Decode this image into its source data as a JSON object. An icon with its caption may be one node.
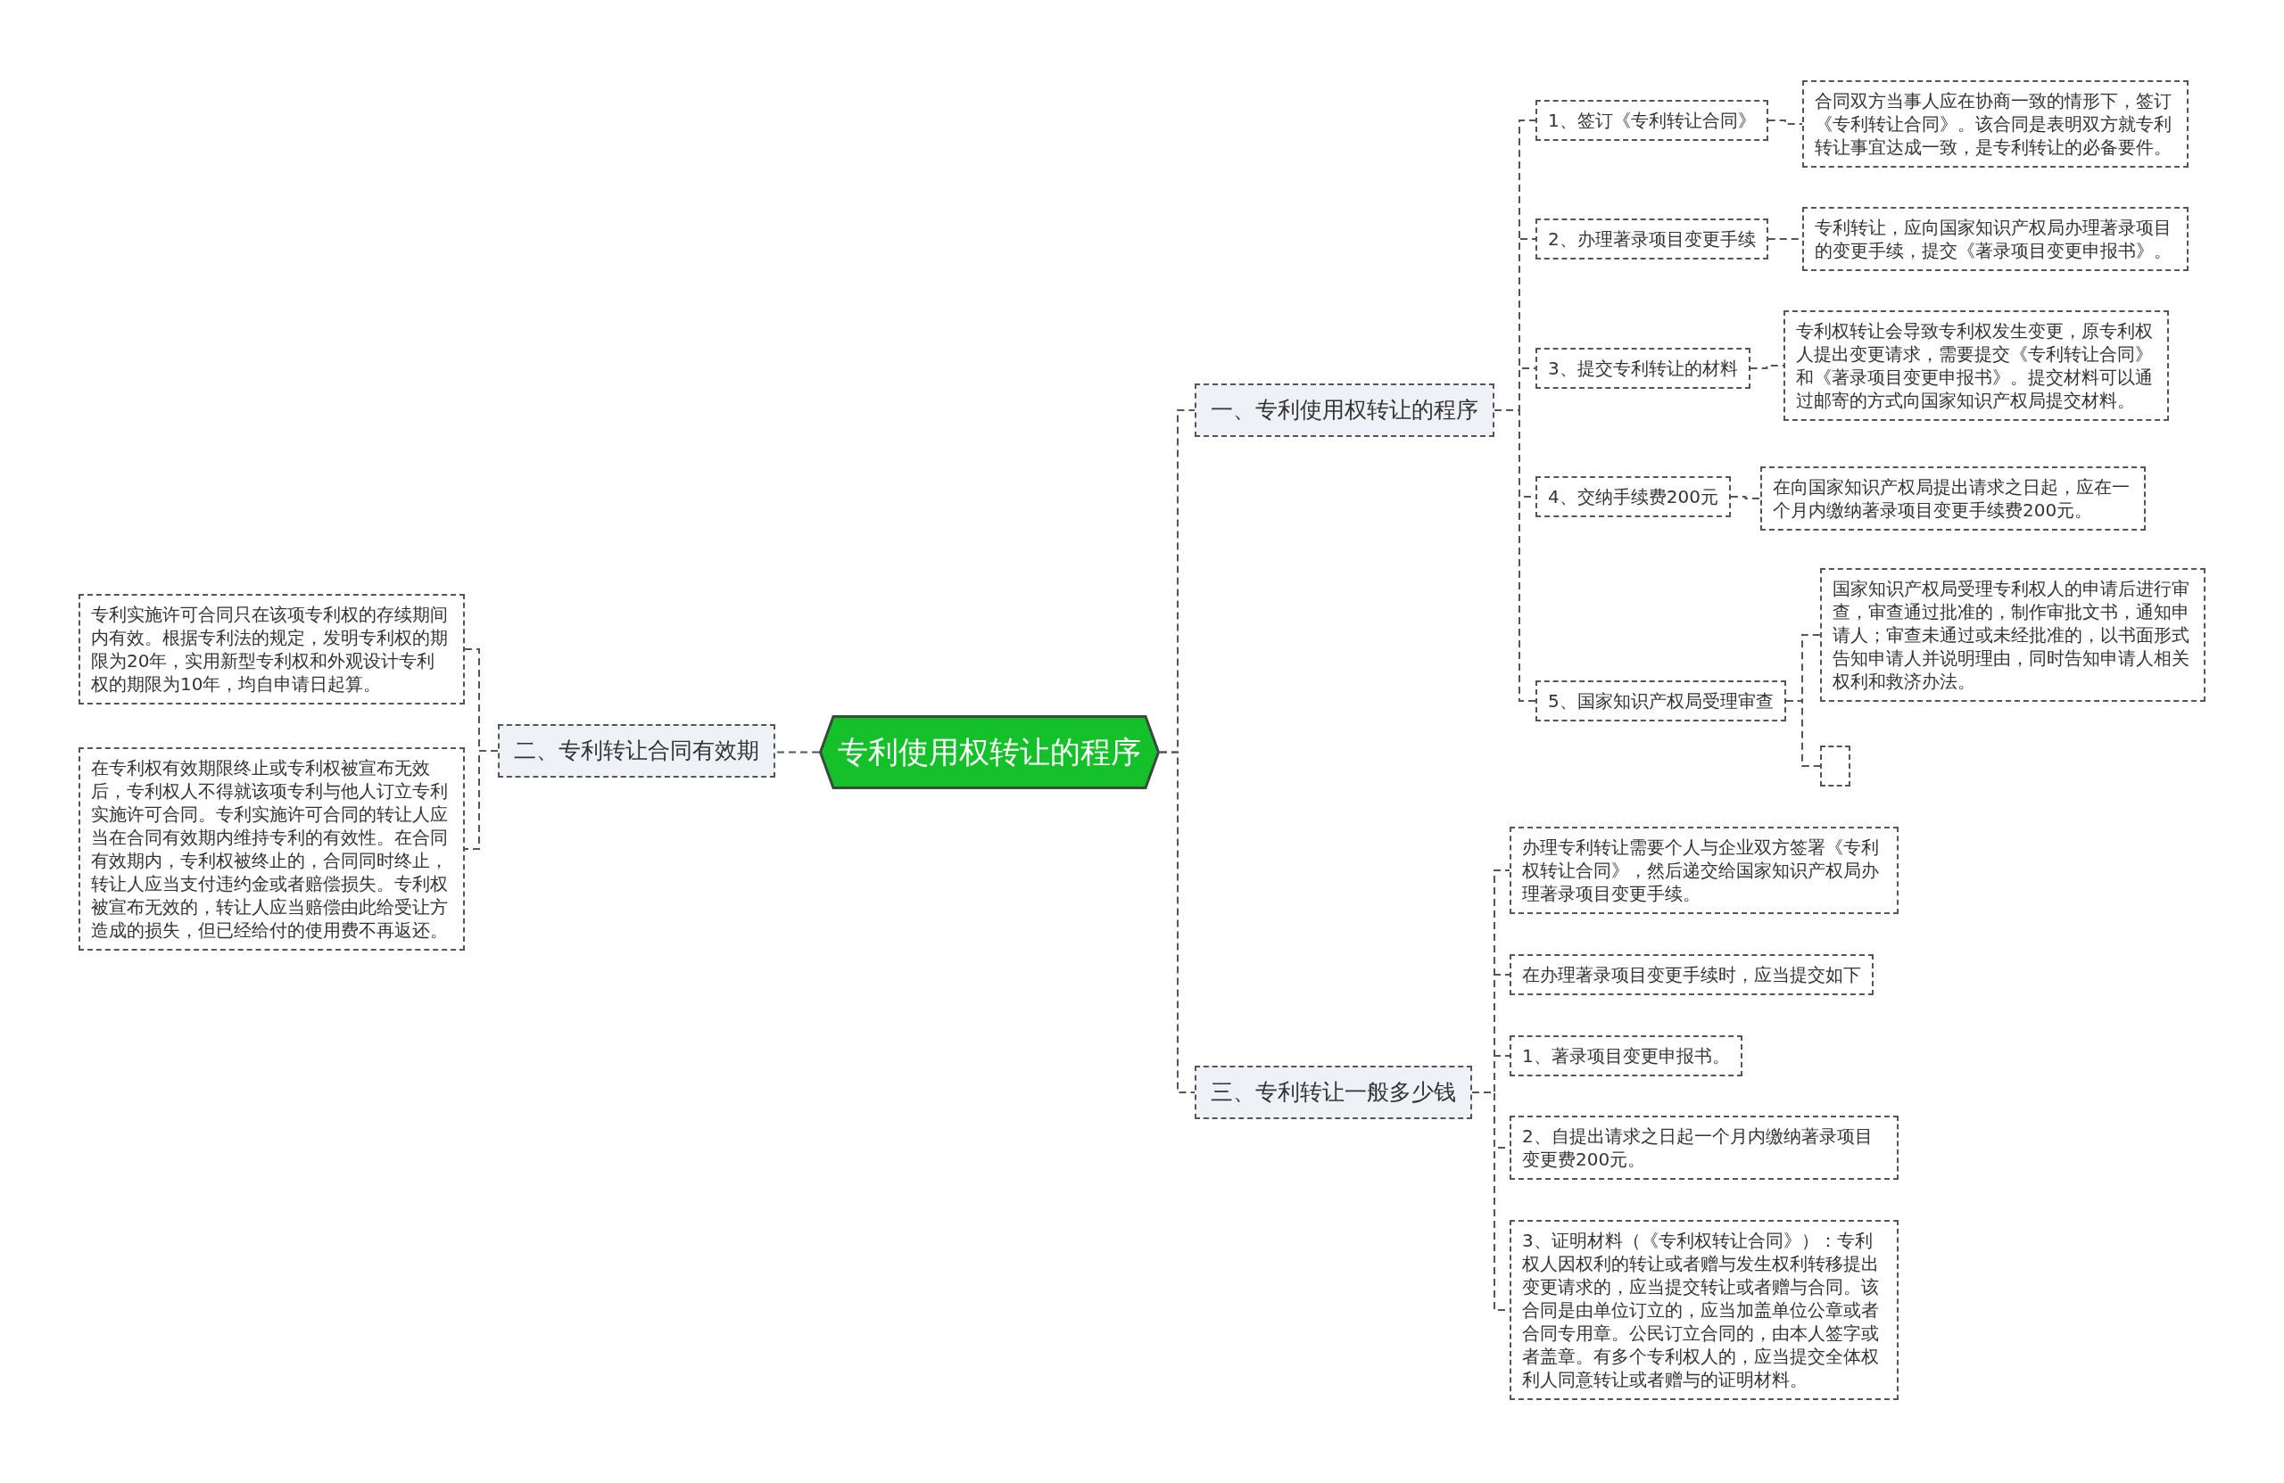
{
  "diagram": {
    "nodes": [
      {
        "text": [
          "专利使用权转让的程序"
        ]
      },
      {
        "text": [
          "一、专利使用权转让的程序"
        ]
      },
      {
        "text": [
          "1、签订《专利转让合同》"
        ]
      },
      {
        "text": [
          "合同双方当事人应在协商一致的情形下，签订《专利转让合同》。该合同是表明双方就专利转让事宜达成一致，是专利转让的必备要件。"
        ]
      },
      {
        "text": [
          "2、办理著录项目变更手续"
        ]
      },
      {
        "text": [
          "专利转让，应向国家知识产权局办理著录项目的变更手续，提交《著录项目变更申报书》。"
        ]
      },
      {
        "text": [
          "3、提交专利转让的材料"
        ]
      },
      {
        "text": [
          "专利权转让会导致专利权发生变更，原专利权人提出变更请求，需要提交《专利转让合同》和《著录项目变更申报书》。提交材料可以通过邮寄的方式向国家知识产权局提交材料。"
        ]
      },
      {
        "text": [
          "4、交纳手续费200元"
        ]
      },
      {
        "text": [
          "在向国家知识产权局提出请求之日起，应在一个月内缴纳著录项目变更手续费200元。"
        ]
      },
      {
        "text": [
          "5、国家知识产权局受理审查"
        ]
      },
      {
        "text": [
          "国家知识产权局受理专利权人的申请后进行审查，审查通过批准的，制作审批文书，通知申请人；审查未通过或未经批准的，以书面形式告知申请人并说明理由，同时告知申请人相关权利和救济办法。"
        ]
      },
      {
        "text": [],
        "shape": "box"
      },
      {
        "text": [
          "二、专利转让合同有效期"
        ]
      },
      {
        "text": [
          "专利实施许可合同只在该项专利权的存续期间内有效。根据专利法的规定，发明专利权的期限为20年，实用新型专利权和外观设计专利权的期限为10年，均自申请日起算。"
        ]
      },
      {
        "text": [
          "在专利权有效期限终止或专利权被宣布无效后，专利权人不得就该项专利与他人订立专利实施许可合同。专利实施许可合同的转让人应当在合同有效期内维持专利的有效性。在合同有效期内，专利权被终止的，合同同时终止，转让人应当支付违约金或者赔偿损失。专利权被宣布无效的，转让人应当赔偿由此给受让方造成的损失，但已经给付的使用费不再返还。"
        ]
      },
      {
        "text": [
          "三、专利转让一般多少钱"
        ]
      },
      {
        "text": [
          "办理专利转让需要个人与企业双方签署《专利权转让合同》，然后递交给国家知识产权局办理著录项目变更手续。"
        ]
      },
      {
        "text": [
          "在办理著录项目变更手续时，应当提交如下"
        ]
      },
      {
        "text": [
          "1、著录项目变更申报书。"
        ]
      },
      {
        "text": [
          "2、自提出请求之日起一个月内缴纳著录项目变更费200元。"
        ]
      },
      {
        "text": [
          "3、证明材料（《专利权转让合同》）：专利权人因权利的转让或者赠与发生权利转移提出变更请求的，应当提交转让或者赠与合同。该合同是由单位订立的，应当加盖单位公章或者合同专用章。公民订立合同的，由本人签字或者盖章。有多个专利权人的，应当提交全体权利人同意转让或者赠与的证明材料。"
        ]
      }
    ],
    "edges": [
      {
        "from": 0,
        "to": 1,
        "arrow": "none"
      },
      {
        "from": 1,
        "to": 2,
        "arrow": "none"
      },
      {
        "from": 2,
        "to": 3,
        "arrow": "none"
      },
      {
        "from": 1,
        "to": 4,
        "arrow": "none"
      },
      {
        "from": 4,
        "to": 5,
        "arrow": "none"
      },
      {
        "from": 1,
        "to": 6,
        "arrow": "none"
      },
      {
        "from": 6,
        "to": 7,
        "arrow": "none"
      },
      {
        "from": 1,
        "to": 8,
        "arrow": "none"
      },
      {
        "from": 8,
        "to": 9,
        "arrow": "none"
      },
      {
        "from": 1,
        "to": 10,
        "arrow": "none"
      },
      {
        "from": 10,
        "to": 11,
        "arrow": "none"
      },
      {
        "from": 10,
        "to": 12,
        "arrow": "none"
      },
      {
        "from": 0,
        "to": 13,
        "arrow": "none"
      },
      {
        "from": 13,
        "to": 14,
        "arrow": "none"
      },
      {
        "from": 13,
        "to": 15,
        "arrow": "none"
      },
      {
        "from": 0,
        "to": 16,
        "arrow": "none"
      },
      {
        "from": 16,
        "to": 17,
        "arrow": "none"
      },
      {
        "from": 16,
        "to": 18,
        "arrow": "none"
      },
      {
        "from": 16,
        "to": 19,
        "arrow": "none"
      },
      {
        "from": 16,
        "to": 20,
        "arrow": "none"
      },
      {
        "from": 16,
        "to": 21,
        "arrow": "none"
      }
    ]
  }
}
